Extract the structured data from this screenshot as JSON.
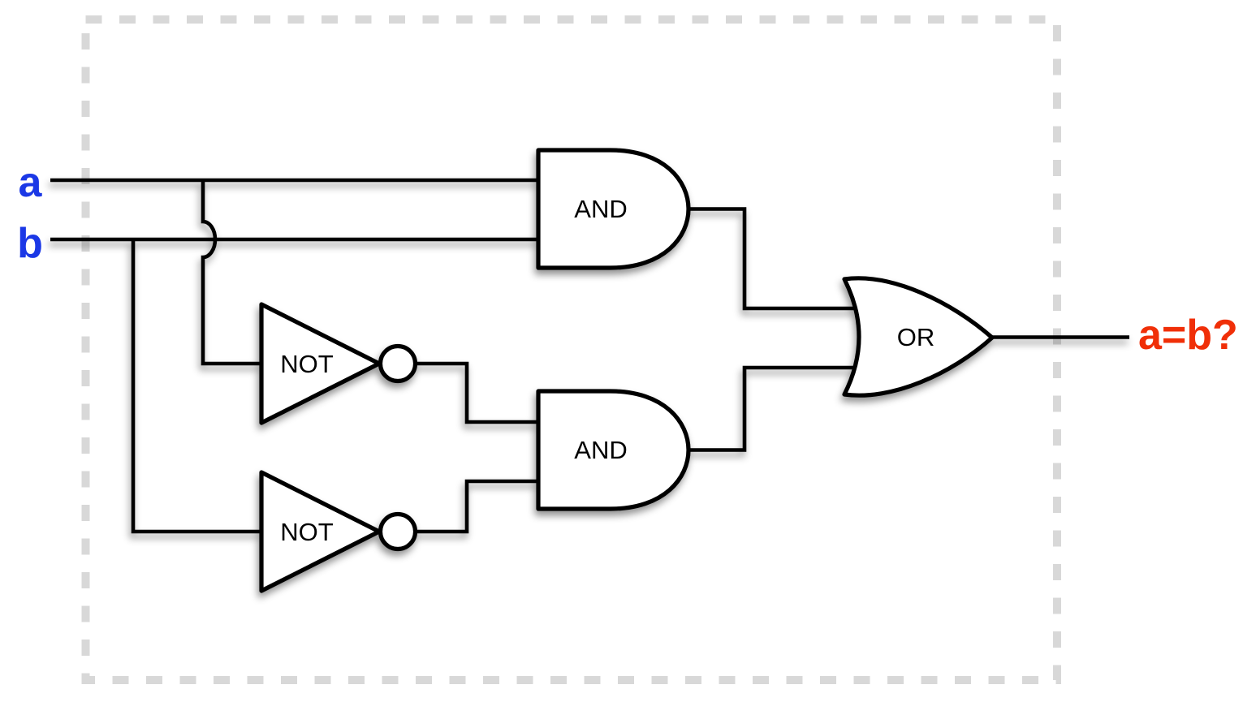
{
  "diagram": {
    "type": "logic-circuit",
    "inputs": [
      {
        "id": "a",
        "label": "a"
      },
      {
        "id": "b",
        "label": "b"
      }
    ],
    "output": {
      "label": "a=b?"
    },
    "gates": {
      "and_top": {
        "type": "AND",
        "label": "AND"
      },
      "not_top": {
        "type": "NOT",
        "label": "NOT"
      },
      "not_bottom": {
        "type": "NOT",
        "label": "NOT"
      },
      "and_bottom": {
        "type": "AND",
        "label": "AND"
      },
      "or": {
        "type": "OR",
        "label": "OR"
      }
    },
    "colors": {
      "input_label": "#1b38e6",
      "output_label": "#f02f08",
      "wire": "#000000",
      "gate_fill": "#ffffff",
      "gate_stroke": "#000000",
      "dashed_border": "#d8d8d8",
      "background": "#ffffff"
    }
  }
}
